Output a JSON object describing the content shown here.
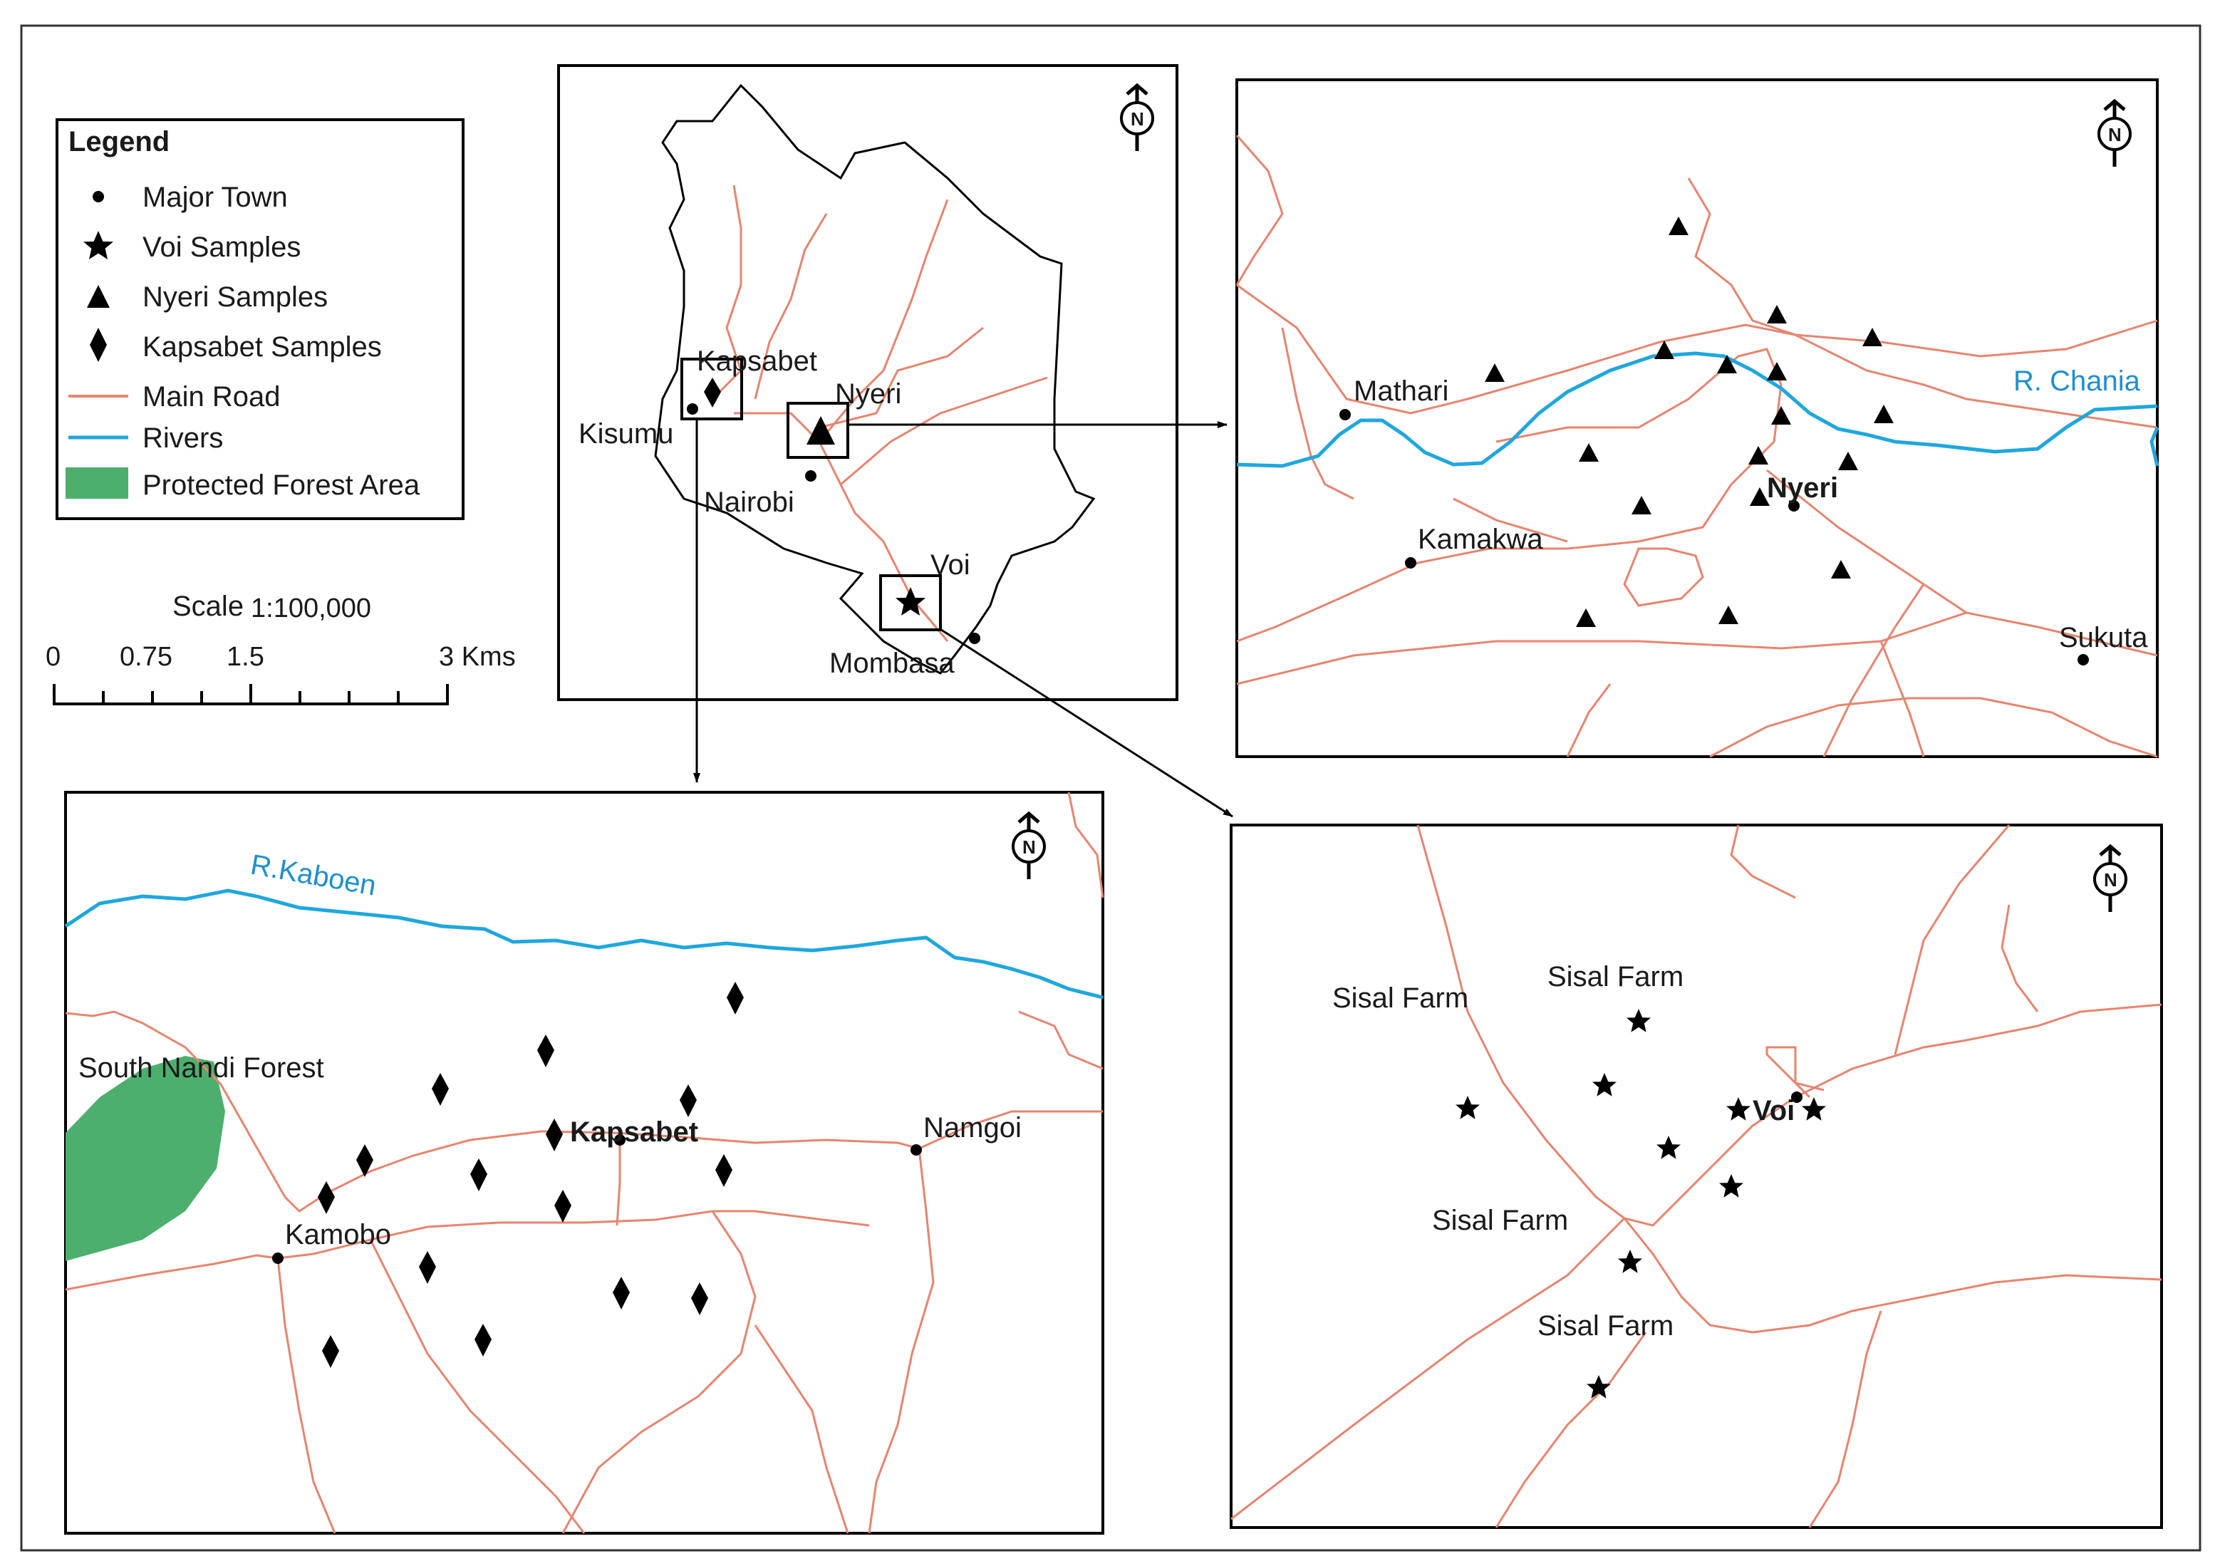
{
  "legend": {
    "title": "Legend",
    "items": [
      {
        "label": "Major Town",
        "icon": "town-dot-icon"
      },
      {
        "label": "Voi Samples",
        "icon": "star-icon"
      },
      {
        "label": "Nyeri Samples",
        "icon": "triangle-icon"
      },
      {
        "label": "Kapsabet Samples",
        "icon": "diamond-icon"
      },
      {
        "label": "Main Road",
        "icon": "road-line-icon"
      },
      {
        "label": "Rivers",
        "icon": "river-line-icon"
      },
      {
        "label": "Protected Forest Area",
        "icon": "forest-patch-icon"
      }
    ]
  },
  "colors": {
    "road": "#e8846e",
    "river": "#1ea7de",
    "river_label": "#1e8fd1",
    "forest": "#4caf6e",
    "frame": "#000000"
  },
  "scale_bar": {
    "title": "Scale",
    "ratio": "1:100,000",
    "ticks": [
      "0",
      "0.75",
      "1.5",
      "3 Kms"
    ]
  },
  "north_arrow": "N",
  "overview": {
    "towns": [
      "Kapsabet",
      "Kisumu",
      "Nyeri",
      "Nairobi",
      "Voi",
      "Mombasa"
    ]
  },
  "nyeri_panel": {
    "river": "R. Chania",
    "towns": [
      "Mathari",
      "Kamakwa",
      "Nyeri",
      "Sukuta"
    ]
  },
  "kapsabet_panel": {
    "river": "R.Kaboen",
    "forest": "South Nandi Forest",
    "towns": [
      "Kapsabet",
      "Namgoi",
      "Kamobo"
    ]
  },
  "voi_panel": {
    "labels": [
      "Sisal Farm",
      "Sisal Farm",
      "Sisal Farm",
      "Sisal Farm"
    ],
    "town": "Voi"
  }
}
